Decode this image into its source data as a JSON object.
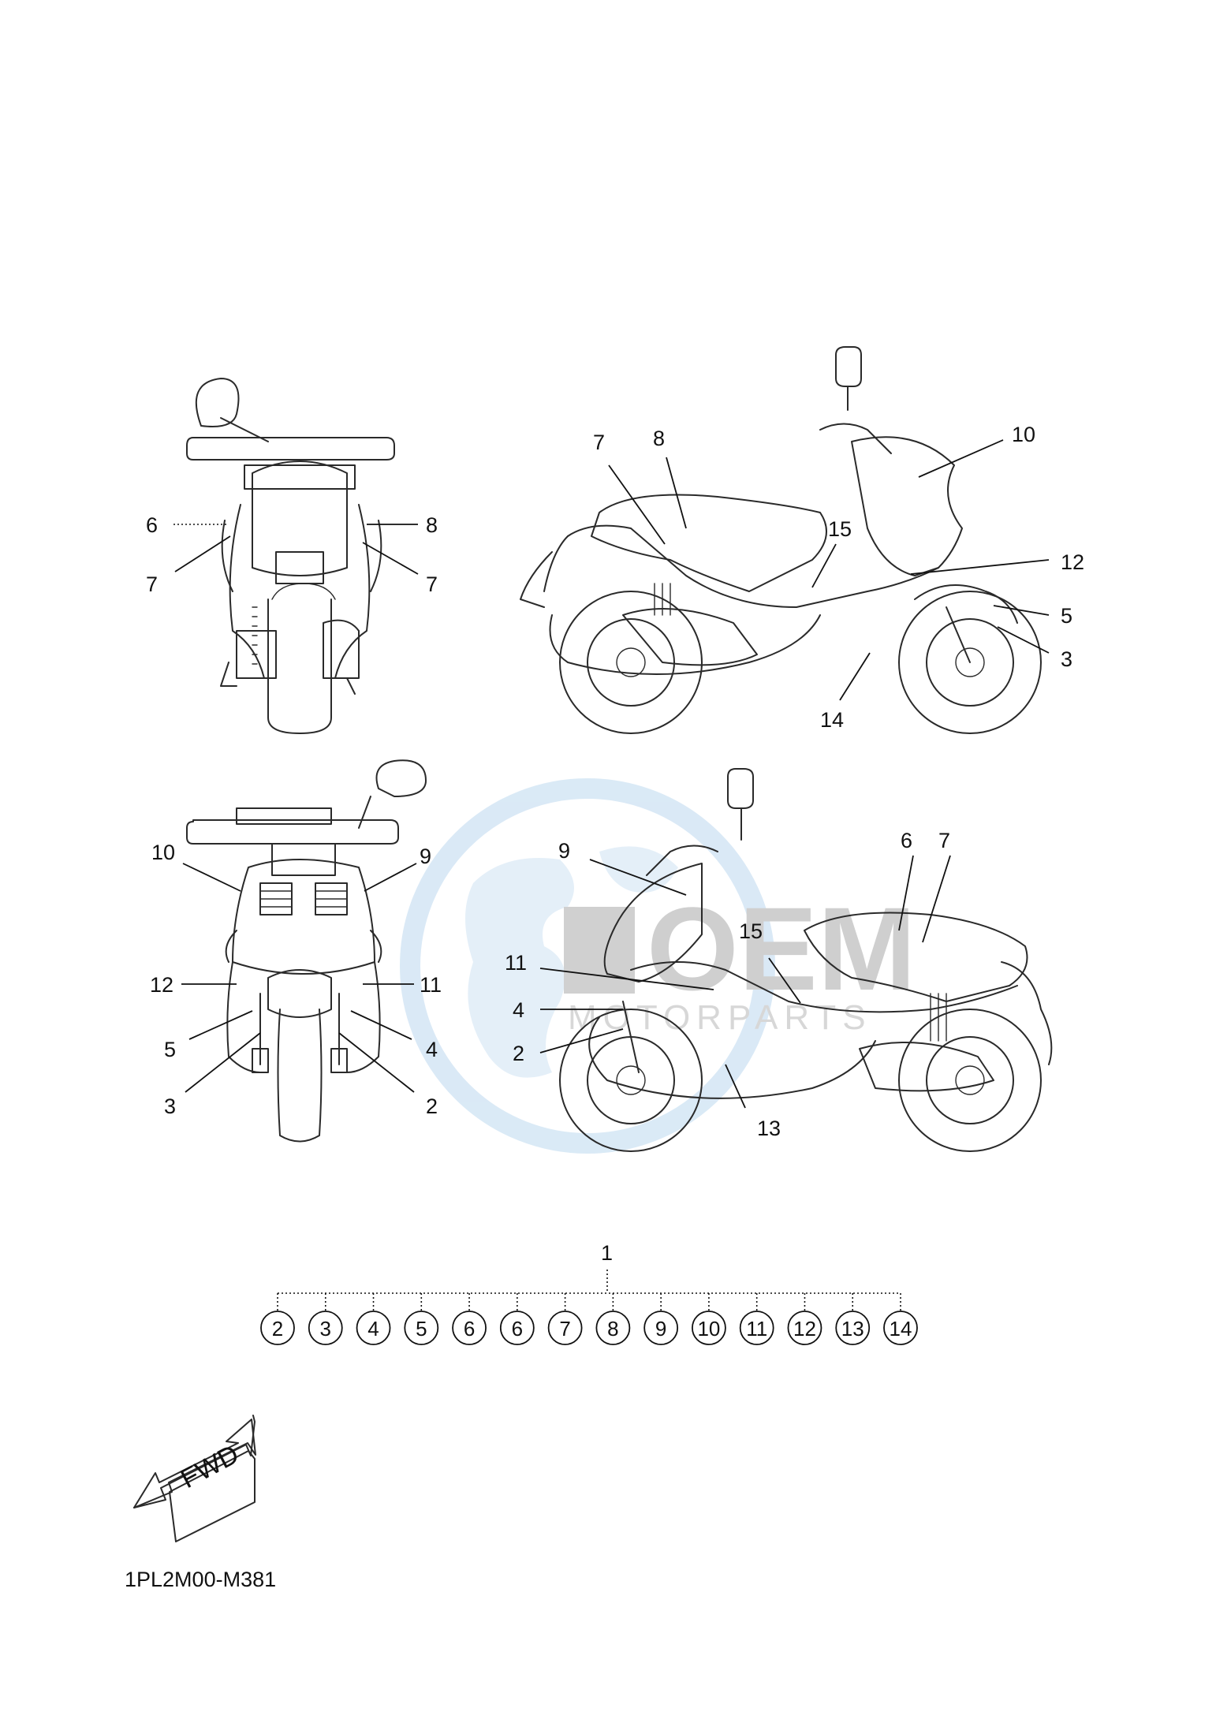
{
  "watermark": {
    "brand_text": "OEM",
    "sub_text": "MOTORPARTS",
    "color_globe": "#bcd8ef",
    "color_brand": "#b0b0b0"
  },
  "views": {
    "rear": {
      "callouts": [
        "6",
        "7",
        "8",
        "7"
      ]
    },
    "right_side": {
      "callouts": [
        "7",
        "8",
        "10",
        "15",
        "12",
        "5",
        "3",
        "14"
      ]
    },
    "front": {
      "callouts": [
        "10",
        "9",
        "12",
        "11",
        "5",
        "4",
        "3",
        "2"
      ]
    },
    "left_side": {
      "callouts": [
        "9",
        "6",
        "7",
        "15",
        "11",
        "4",
        "2",
        "13"
      ]
    }
  },
  "set_tree": {
    "parent": "1",
    "children": [
      "2",
      "3",
      "4",
      "5",
      "6",
      "6",
      "7",
      "8",
      "9",
      "10",
      "11",
      "12",
      "13",
      "14"
    ]
  },
  "fwd_label": "FWD",
  "diagram_code": "1PL2M00-M381"
}
